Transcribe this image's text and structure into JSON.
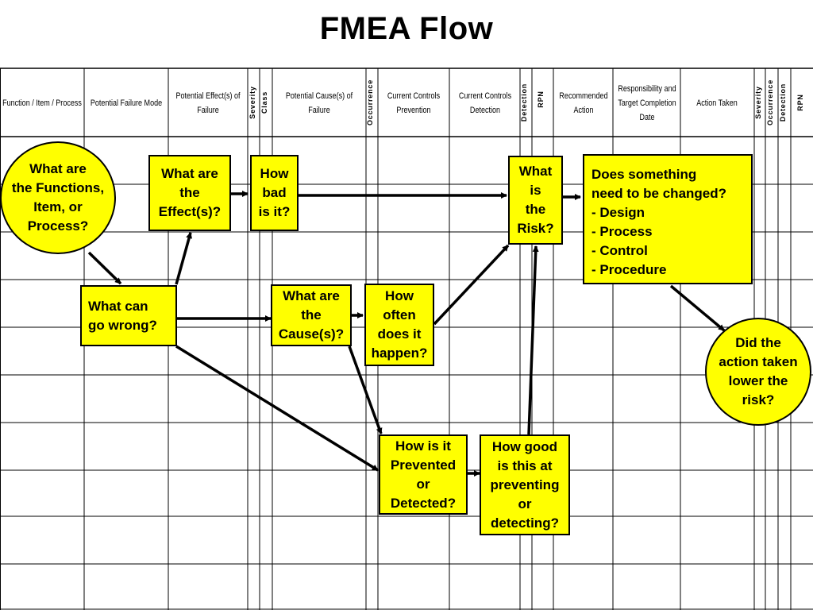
{
  "title": "FMEA Flow",
  "columns": [
    {
      "label": "Function / Item / Process"
    },
    {
      "label": "Potential Failure Mode"
    },
    {
      "label": "Potential Effect(s) of Failure"
    },
    {
      "label": "Severity"
    },
    {
      "label": "Class"
    },
    {
      "label": "Potential Cause(s) of Failure"
    },
    {
      "label": "Occurrence"
    },
    {
      "label": "Current Controls Prevention"
    },
    {
      "label": "Current Controls Detection"
    },
    {
      "label": "Detection"
    },
    {
      "label": "RPN"
    },
    {
      "label": "Recommended Action"
    },
    {
      "label": "Responsibility and Target Completion Date"
    },
    {
      "label": "Action Taken"
    },
    {
      "label": "Severity"
    },
    {
      "label": "Occurrence"
    },
    {
      "label": "Detection"
    },
    {
      "label": "RPN"
    }
  ],
  "nodes": {
    "functions": "What are\nthe Functions,\nItem, or\nProcess?",
    "effects": "What are\nthe\nEffect(s)?",
    "how_bad": "How\nbad\nis it?",
    "risk": "What\nis\nthe\nRisk?",
    "what_wrong": "What can\ngo wrong?",
    "causes": "What are\nthe\nCause(s)?",
    "how_often": "How\noften\ndoes it\nhappen?",
    "prevented": "How is it\nPrevented\nor\nDetected?",
    "how_good": "How good\nis this at\npreventing\nor\ndetecting?",
    "lower_risk": "Did the\naction taken\nlower the\nrisk?",
    "changed": {
      "heading1": "Does something",
      "heading2": "need to be changed?",
      "items": [
        "- Design",
        "- Process",
        "- Control",
        "- Procedure"
      ]
    }
  },
  "colors": {
    "box_fill": "#ffff00",
    "line": "#000000",
    "grid": "#000000"
  }
}
